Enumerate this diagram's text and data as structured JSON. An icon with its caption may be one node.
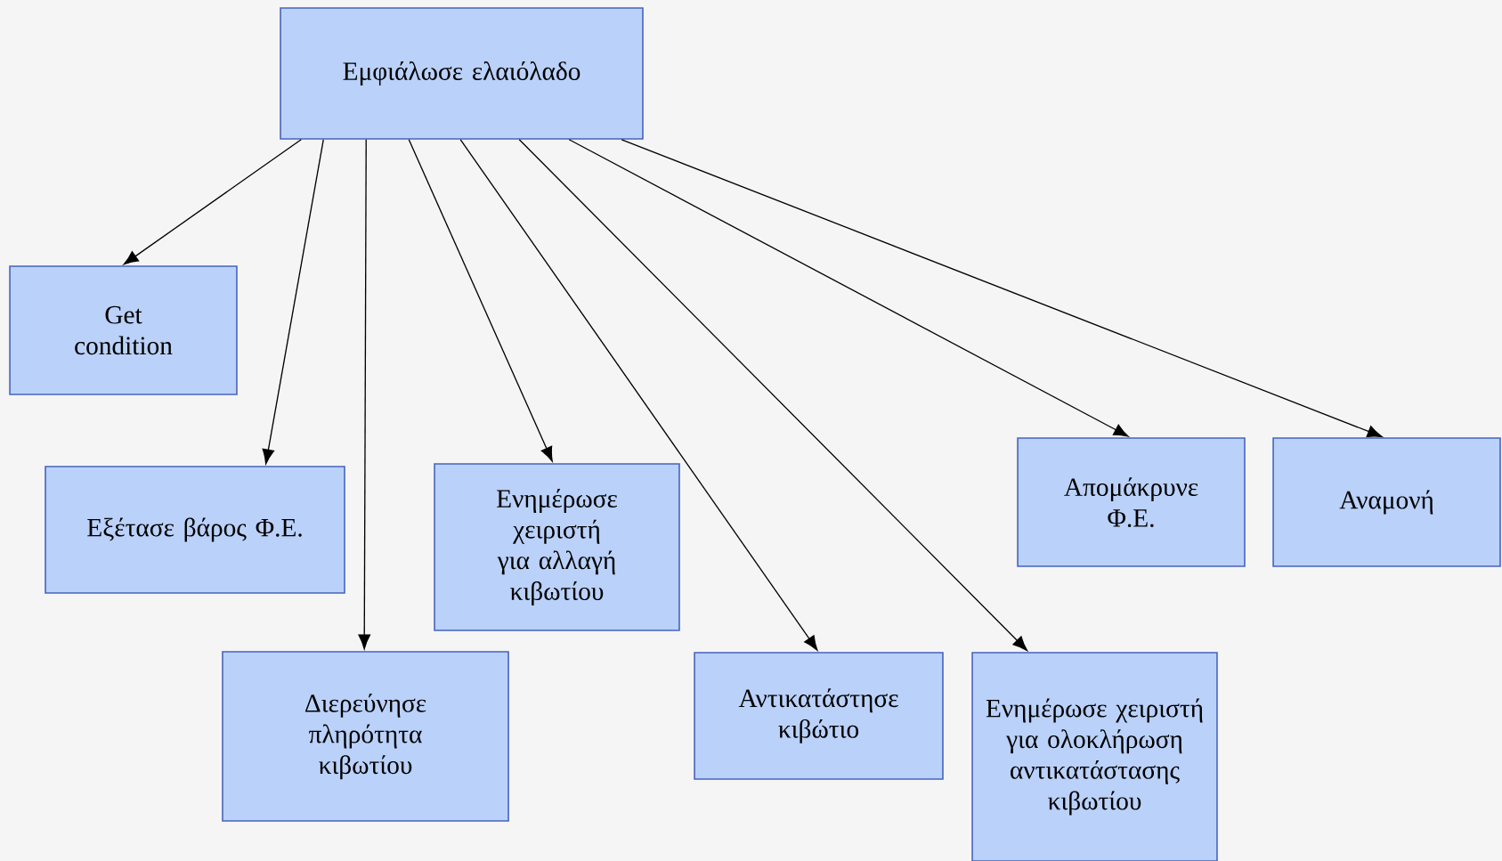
{
  "diagram": {
    "nodes": [
      {
        "text": [
          "Εμφιάλωσε ελαιόλαδο"
        ]
      },
      {
        "text": [
          "Get condition"
        ]
      },
      {
        "text": [
          "Εξέτασε βάρος Φ.Ε."
        ]
      },
      {
        "text": [
          "Διερεύνησε πληρότητα κιβωτίου"
        ]
      },
      {
        "text": [
          "Ενημέρωσε χειριστή για αλλαγή κιβωτίου"
        ]
      },
      {
        "text": [
          "Αντικατάστησε κιβώτιο"
        ]
      },
      {
        "text": [
          "Ενημέρωσε χειριστή για ολοκλήρωση αντικατάστασης κιβωτίου"
        ]
      },
      {
        "text": [
          "Απομάκρυνε Φ.Ε."
        ]
      },
      {
        "text": [
          "Αναμονή"
        ]
      }
    ],
    "edges": [
      {
        "from": 0,
        "to": 1,
        "arrow": "to"
      },
      {
        "from": 0,
        "to": 2,
        "arrow": "to"
      },
      {
        "from": 0,
        "to": 3,
        "arrow": "to"
      },
      {
        "from": 0,
        "to": 4,
        "arrow": "to"
      },
      {
        "from": 0,
        "to": 5,
        "arrow": "to"
      },
      {
        "from": 0,
        "to": 6,
        "arrow": "to"
      },
      {
        "from": 0,
        "to": 7,
        "arrow": "to"
      },
      {
        "from": 0,
        "to": 8,
        "arrow": "to"
      }
    ]
  }
}
